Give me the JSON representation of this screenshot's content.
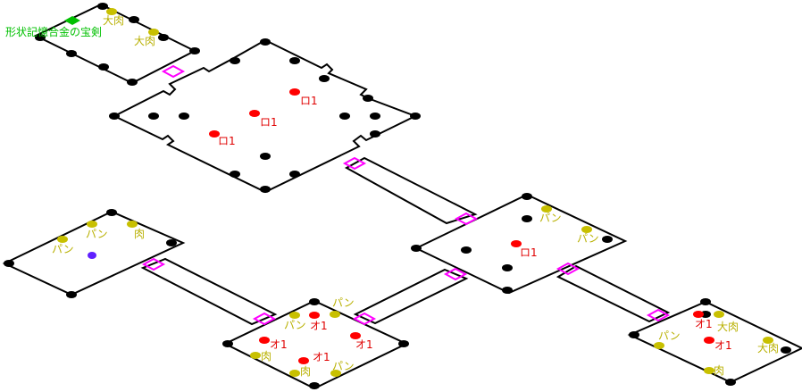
{
  "map": {
    "treasure_label": "形状記憶合金の宝剣",
    "item_labels": {
      "big_meat": "大肉",
      "bread": "パン",
      "meat": "肉"
    },
    "enemy_labels": {
      "ro": "ロ1",
      "o": "オ1"
    },
    "colors": {
      "wall": "#000000",
      "door": "#ff00ff",
      "item": "#c8c000",
      "enemy": "#ff0000",
      "treasure": "#00c000",
      "player": "#6020ff"
    }
  }
}
